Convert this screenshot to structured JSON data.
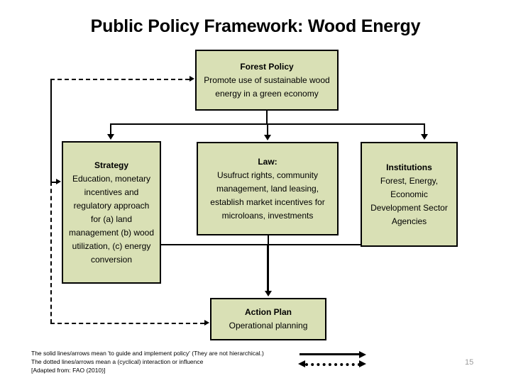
{
  "slide": {
    "title": "Public Policy Framework: Wood Energy",
    "page_number": "15",
    "box_fill_color": "#d9e0b5",
    "box_border_color": "#000000"
  },
  "nodes": {
    "forest_policy": {
      "header": "Forest Policy",
      "body": "Promote use of sustainable wood energy in a green economy"
    },
    "strategy": {
      "header": "Strategy",
      "body": "Education, monetary incentives and regulatory approach for (a) land management (b) wood utilization, (c) energy conversion"
    },
    "law": {
      "header": "Law:",
      "body": "Usufruct rights, community management, land leasing, establish market incentives for microloans, investments"
    },
    "institutions": {
      "header": "Institutions",
      "body": "Forest, Energy, Economic Development Sector Agencies"
    },
    "action_plan": {
      "header": "Action Plan",
      "body": "Operational planning"
    }
  },
  "footnotes": {
    "line1": "The solid lines/arrows  mean 'to guide and implement policy' (They are not hierarchical.)",
    "line2": "The dotted lines/arrows mean a (cyclical) interaction or influence",
    "line3": "[Adapted from: FAO (2010)]"
  },
  "legend": {
    "solid_arrow": "solid-arrow-right",
    "dotted_arrow": "dotted-arrow-bidirectional"
  }
}
